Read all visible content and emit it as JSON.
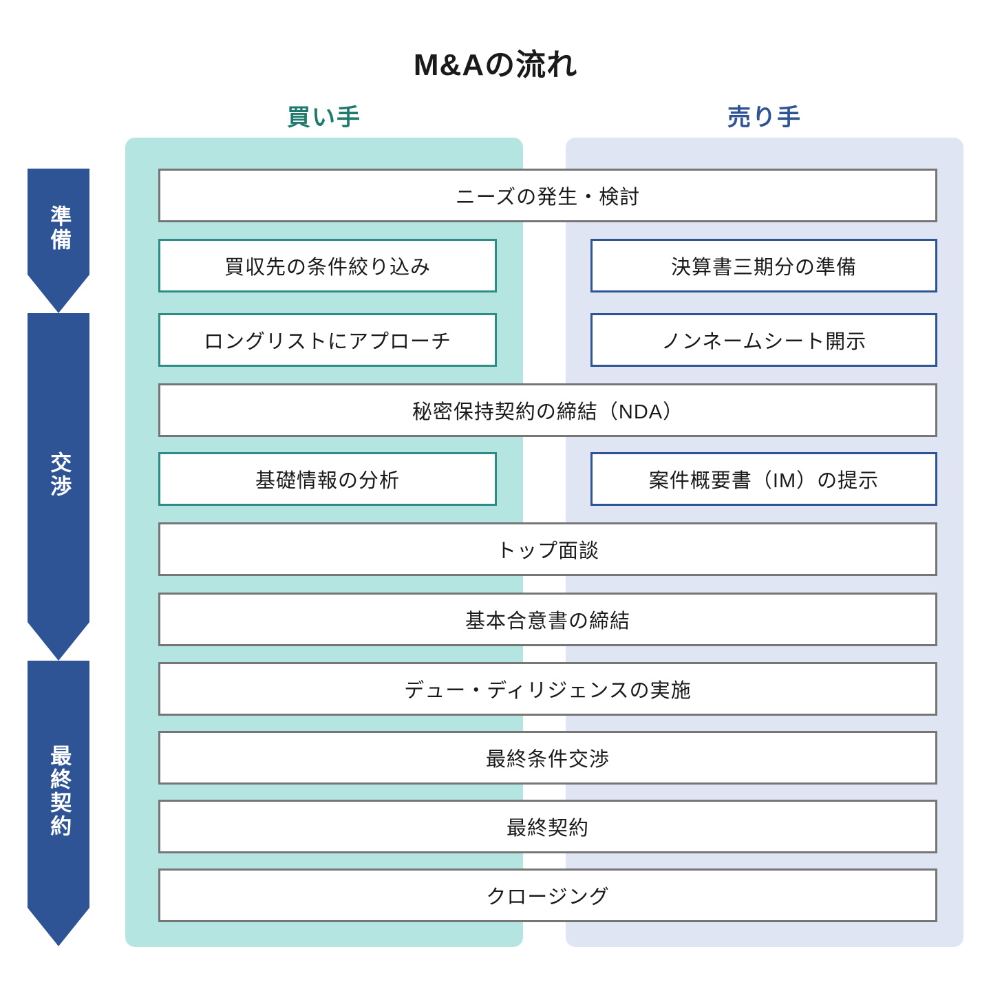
{
  "title": "M&Aの流れ",
  "columns": {
    "buyer": {
      "label": "買い手",
      "color": "#1f7a6e",
      "band_color": "#b5e5e0"
    },
    "seller": {
      "label": "売り手",
      "color": "#2f5496",
      "band_color": "#dfe5f3"
    }
  },
  "phases": [
    {
      "label": "準備",
      "color": "#2f5496"
    },
    {
      "label": "交渉",
      "color": "#2f5496"
    },
    {
      "label": "最終契約",
      "color": "#2f5496"
    }
  ],
  "steps": [
    {
      "type": "full",
      "label": "ニーズの発生・検討",
      "border": "#767676"
    },
    {
      "type": "split",
      "buyer": "買収先の条件絞り込み",
      "seller": "決算書三期分の準備"
    },
    {
      "type": "split",
      "buyer": "ロングリストにアプローチ",
      "seller": "ノンネームシート開示"
    },
    {
      "type": "full",
      "label": "秘密保持契約の締結（NDA）",
      "border": "#767676"
    },
    {
      "type": "split",
      "buyer": "基礎情報の分析",
      "seller": "案件概要書（IM）の提示"
    },
    {
      "type": "full",
      "label": "トップ面談",
      "border": "#767676"
    },
    {
      "type": "full",
      "label": "基本合意書の締結",
      "border": "#767676"
    },
    {
      "type": "full",
      "label": "デュー・ディリジェンスの実施",
      "border": "#767676"
    },
    {
      "type": "full",
      "label": "最終条件交渉",
      "border": "#767676"
    },
    {
      "type": "full",
      "label": "最終契約",
      "border": "#767676"
    },
    {
      "type": "full",
      "label": "クロージング",
      "border": "#767676"
    }
  ],
  "step_rows": {
    "row0": {
      "full": "ニーズの発生・検討"
    },
    "row1": {
      "buyer": "買収先の条件絞り込み",
      "seller": "決算書三期分の準備"
    },
    "row2": {
      "buyer": "ロングリストにアプローチ",
      "seller": "ノンネームシート開示"
    },
    "row3": {
      "full": "秘密保持契約の締結（NDA）"
    },
    "row4": {
      "buyer": "基礎情報の分析",
      "seller": "案件概要書（IM）の提示"
    },
    "row5": {
      "full": "トップ面談"
    },
    "row6": {
      "full": "基本合意書の締結"
    },
    "row7": {
      "full": "デュー・ディリジェンスの実施"
    },
    "row8": {
      "full": "最終条件交渉"
    },
    "row9": {
      "full": "最終契約"
    },
    "row10": {
      "full": "クロージング"
    }
  }
}
